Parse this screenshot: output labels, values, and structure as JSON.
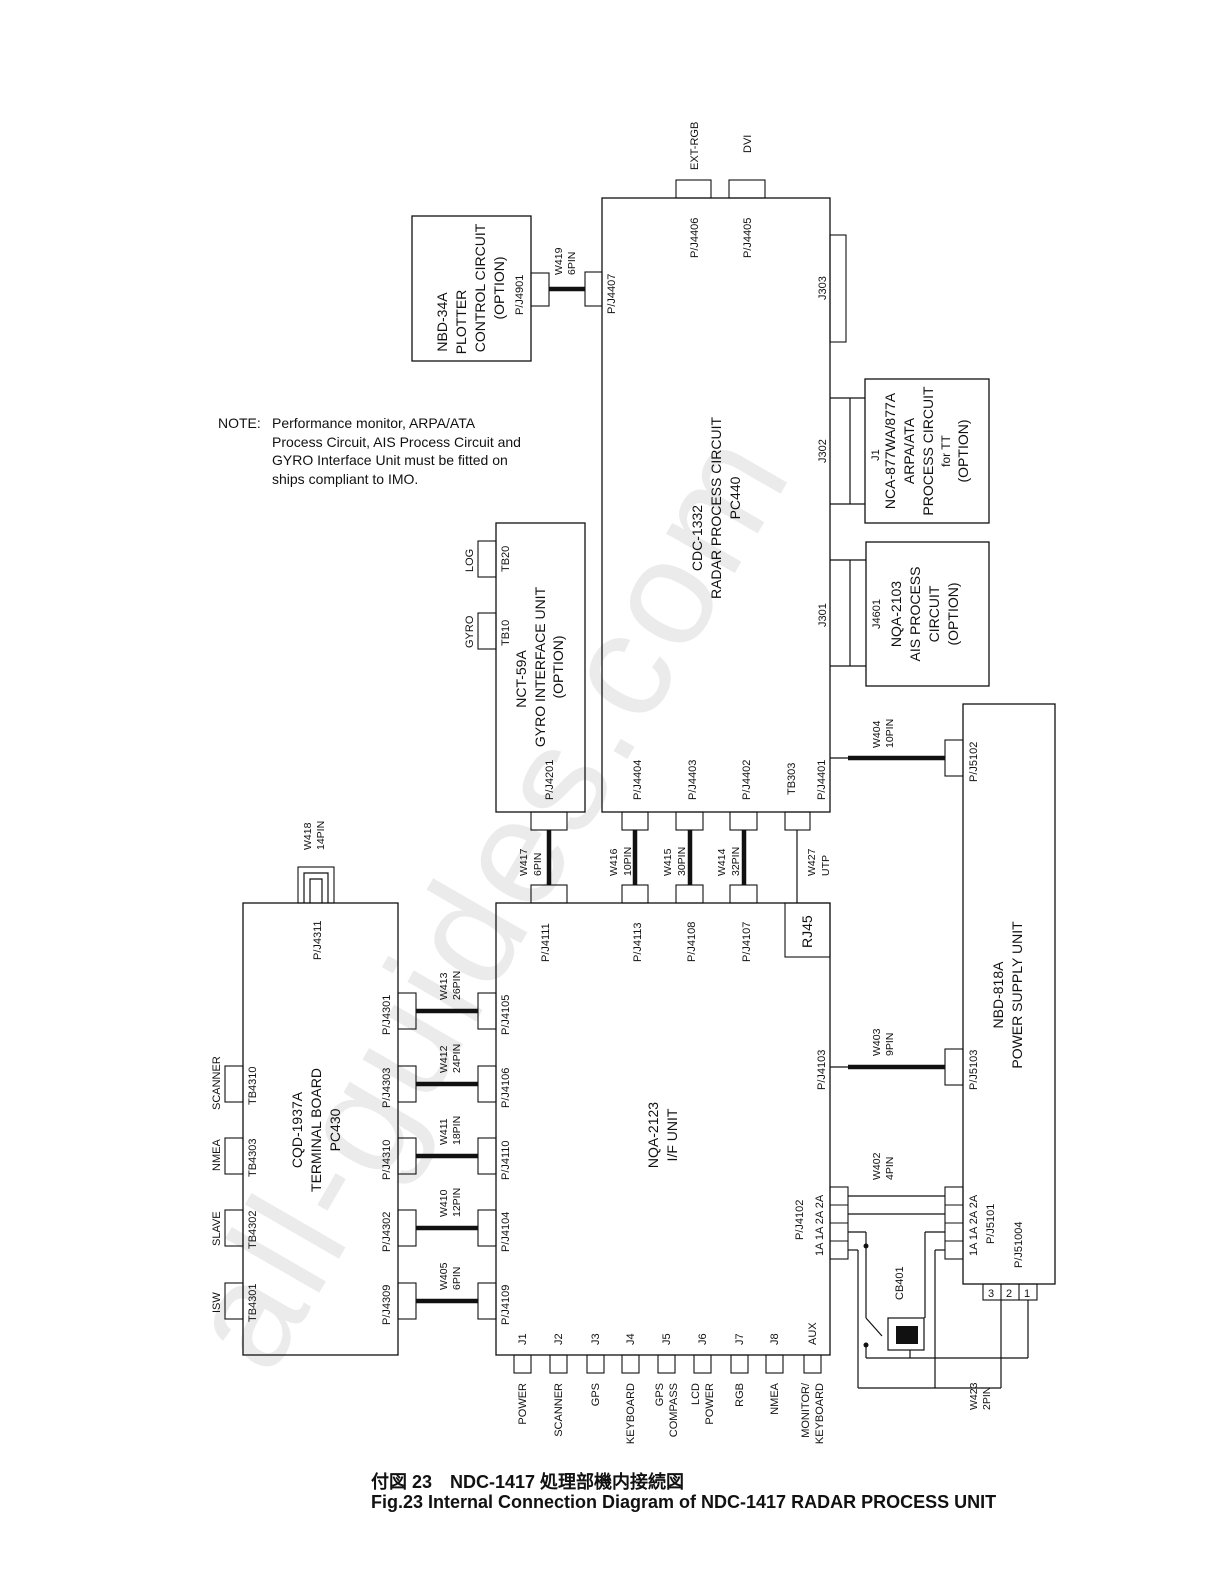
{
  "watermark": "all-guides.com",
  "note": {
    "label": "NOTE:",
    "lines": [
      "Performance monitor, ARPA/ATA",
      "Process Circuit, AIS Process Circuit and",
      "GYRO Interface Unit must be fitted on",
      "ships compliant to IMO."
    ]
  },
  "caption": {
    "japanese": "付図 23　NDC-1417 処理部機内接続図",
    "english": "Fig.23 Internal Connection Diagram of NDC-1417 RADAR PROCESS UNIT"
  },
  "units": {
    "plotter": [
      "NBD-34A",
      "PLOTTER",
      "CONTROL CIRCUIT",
      "(OPTION)"
    ],
    "radar_process": [
      "CDC-1332",
      "RADAR PROCESS CIRCUIT",
      "PC440"
    ],
    "arpa": [
      "J1",
      "NCA-877WA/877A",
      "ARPA/ATA",
      "PROCESS CIRCUIT",
      "for TT",
      "(OPTION)"
    ],
    "ais": [
      "J4601",
      "NQA-2103",
      "AIS PROCESS",
      "CIRCUIT",
      "(OPTION)"
    ],
    "gyro_if": [
      "NCT-59A",
      "GYRO INTERFACE UNIT",
      "(OPTION)"
    ],
    "if_unit": [
      "NQA-2123",
      "I/F UNIT"
    ],
    "terminal_board": [
      "CQD-1937A",
      "TERMINAL BOARD",
      "PC430"
    ],
    "power_supply": [
      "NBD-818A",
      "POWER SUPPLY UNIT"
    ]
  },
  "connectors": {
    "pj4901": "P/J4901",
    "pj4407": "P/J4407",
    "pj4406": "P/J4406",
    "pj4405": "P/J4405",
    "ext_rgb": "EXT-RGB",
    "dvi": "DVI",
    "j303": "J303",
    "j302": "J302",
    "j301": "J301",
    "pj4404": "P/J4404",
    "pj4403": "P/J4403",
    "pj4402": "P/J4402",
    "tb303": "TB303",
    "pj4401": "P/J4401",
    "pj4201": "P/J4201",
    "tb10": "TB10",
    "tb20": "TB20",
    "gyro": "GYRO",
    "log": "LOG",
    "pj5102": "P/J5102",
    "pj5103": "P/J5103",
    "pj5101": "P/J5101",
    "pj5101_pins": "1A 1A 2A 2A",
    "pj51004": "P/J51004",
    "pj4111": "P/J4111",
    "pj4113": "P/J4113",
    "pj4108": "P/J4108",
    "pj4107": "P/J4107",
    "rj45": "RJ45",
    "pj4105": "P/J4105",
    "pj4106": "P/J4106",
    "pj4110": "P/J4110",
    "pj4104": "P/J4104",
    "pj4109": "P/J4109",
    "pj4103": "P/J4103",
    "pj4102": "P/J4102",
    "pj4102_pins": "1A 1A 2A 2A",
    "pj4311": "P/J4311",
    "pj4301": "P/J4301",
    "pj4303": "P/J4303",
    "pj4310": "P/J4310",
    "pj4302": "P/J4302",
    "pj4309": "P/J4309",
    "tb4310": "TB4310",
    "tb4303": "TB4303",
    "tb4302": "TB4302",
    "tb4301": "TB4301",
    "scanner_tb": "SCANNER",
    "nmea_tb": "NMEA",
    "slave_tb": "SLAVE",
    "isw_tb": "ISW",
    "cb401": "CB401",
    "pins_3": "3",
    "pins_2": "2",
    "pins_1": "1"
  },
  "cables": {
    "w419": [
      "W419",
      "6PIN"
    ],
    "w404": [
      "W404",
      "10PIN"
    ],
    "w417": [
      "W417",
      "6PIN"
    ],
    "w416": [
      "W416",
      "10PIN"
    ],
    "w415": [
      "W415",
      "30PIN"
    ],
    "w414": [
      "W414",
      "32PIN"
    ],
    "w427": [
      "W427",
      "UTP"
    ],
    "w418": [
      "W418",
      "14PIN"
    ],
    "w413": [
      "W413",
      "26PIN"
    ],
    "w412": [
      "W412",
      "24PIN"
    ],
    "w411": [
      "W411",
      "18PIN"
    ],
    "w410": [
      "W410",
      "12PIN"
    ],
    "w405": [
      "W405",
      "6PIN"
    ],
    "w403": [
      "W403",
      "9PIN"
    ],
    "w402": [
      "W402",
      "4PIN"
    ],
    "w423": [
      "W423",
      "2PIN"
    ]
  },
  "bottom_jacks": [
    "J1",
    "J2",
    "J3",
    "J4",
    "J5",
    "J6",
    "J7",
    "J8",
    "AUX"
  ],
  "bottom_labels": [
    [
      "POWER"
    ],
    [
      "SCANNER"
    ],
    [
      "GPS"
    ],
    [
      "KEYBOARD"
    ],
    [
      "GPS",
      "COMPASS"
    ],
    [
      "LCD",
      "POWER"
    ],
    [
      "RGB"
    ],
    [
      "NMEA"
    ],
    [
      "MONITOR/",
      "KEYBOARD"
    ]
  ]
}
